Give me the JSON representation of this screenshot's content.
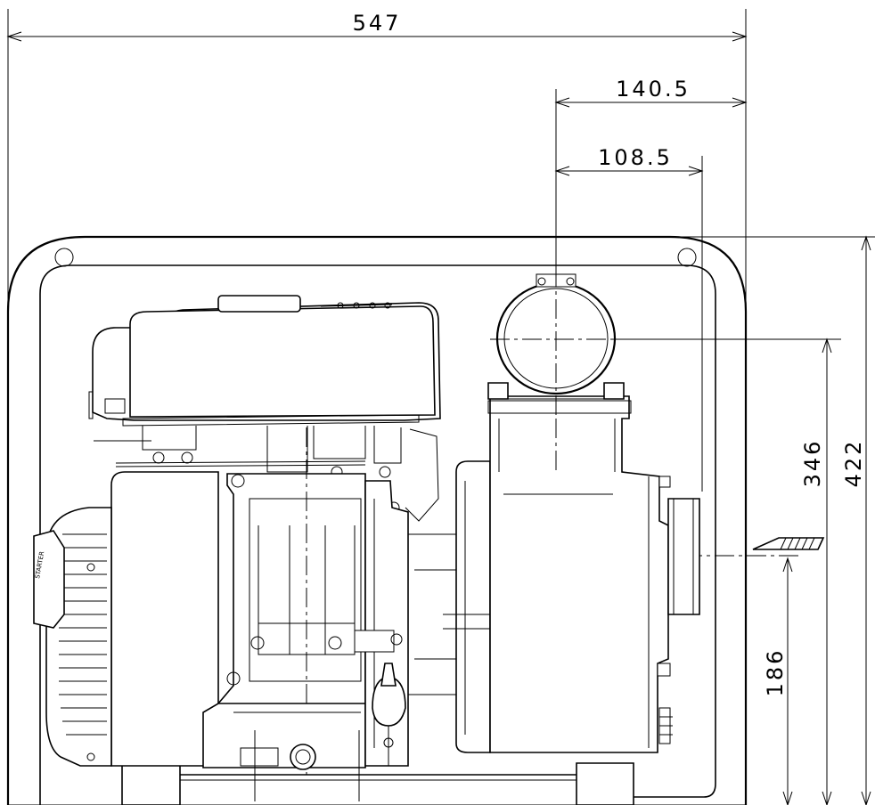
{
  "dimensions": {
    "overall_width": "547",
    "outlet_offset_outer": "140.5",
    "outlet_offset_inner": "108.5",
    "outlet_height": "346",
    "overall_height": "422",
    "inlet_height": "186"
  },
  "logo_text": "STARTER",
  "line_color": "#000000",
  "background_color": "#ffffff"
}
